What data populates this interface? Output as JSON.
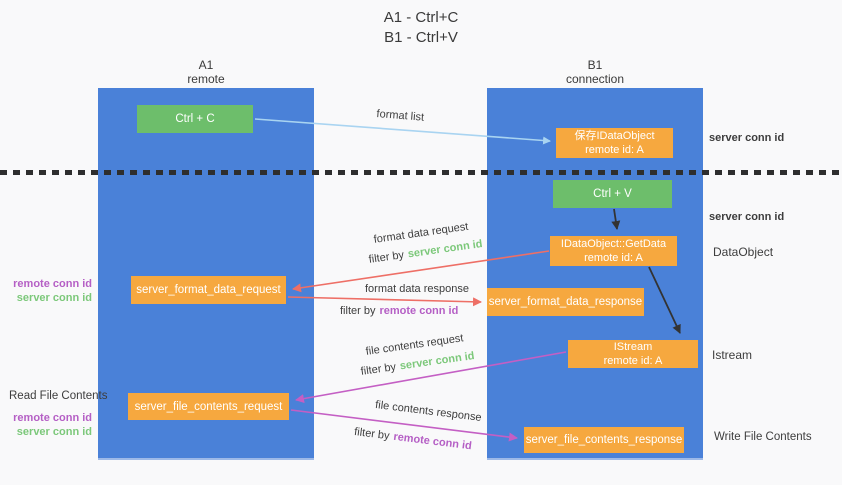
{
  "title": {
    "line1": "A1 - Ctrl+C",
    "line2": "B1 - Ctrl+V"
  },
  "lanes": {
    "left": {
      "name": "A1",
      "subtitle": "remote"
    },
    "right": {
      "name": "B1",
      "subtitle": "connection"
    }
  },
  "nodes": {
    "ctrl_c": {
      "label": "Ctrl + C"
    },
    "ctrl_v": {
      "label": "Ctrl + V"
    },
    "save_dataobject": {
      "line1": "保存IDataObject",
      "line2": "remote id: A"
    },
    "getdata": {
      "line1": "IDataObject::GetData",
      "line2": "remote id: A"
    },
    "istream": {
      "line1": "IStream",
      "line2": "remote id: A"
    },
    "format_request": {
      "label": "server_format_data_request"
    },
    "format_response": {
      "label": "server_format_data_response"
    },
    "file_request": {
      "label": "server_file_contents_request"
    },
    "file_response": {
      "label": "server_file_contents_response"
    }
  },
  "arrow_labels": {
    "format_list": "format list",
    "format_data_request": "format data request",
    "format_data_response": "format data response",
    "file_contents_request": "file contents request",
    "file_contents_response": "file contents response",
    "filter_by": "filter by",
    "server_conn_id": "server conn id",
    "remote_conn_id": "remote conn id"
  },
  "side_labels": {
    "right_server_conn_id_top": "server conn id",
    "right_server_conn_id_mid": "server conn id",
    "right_dataobject": "DataObject",
    "right_istream": "Istream",
    "right_write_file_contents": "Write File Contents",
    "left_remote_conn_id_top": "remote conn id",
    "left_server_conn_id_top": "server conn id",
    "left_read_file_contents": "Read File Contents",
    "left_remote_conn_id_bottom": "remote conn id",
    "left_server_conn_id_bottom": "server conn id"
  },
  "colors": {
    "lane_blue": "#4a81d8",
    "node_green": "#6dbe6b",
    "node_orange": "#f6a83f",
    "arrow_light_blue": "#a9d4f1",
    "arrow_red": "#ee6f66",
    "arrow_magenta": "#c45fc4",
    "arrow_black": "#333333",
    "label_green": "#7cc87a",
    "label_magenta": "#b55fc5",
    "text_dark": "#3d3d3d"
  }
}
